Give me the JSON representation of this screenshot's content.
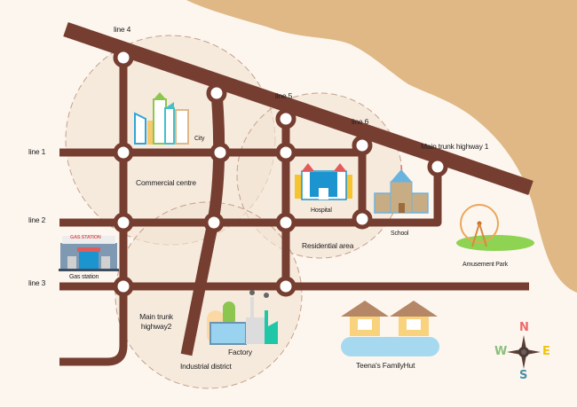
{
  "map": {
    "lines": {
      "line1": "line 1",
      "line2": "line 2",
      "line3": "line 3",
      "line4": "line 4",
      "line5": "line 5",
      "line6": "line 6",
      "highway1": "Main trunk highway 1",
      "highway2_a": "Main trunk",
      "highway2_b": "highway2"
    },
    "places": {
      "city": "City",
      "commercial": "Commercial centre",
      "hospital": "Hospital",
      "school": "School",
      "residential": "Residential area",
      "amusement": "Amusement Park",
      "gas_station": "Gas station",
      "gas_sign": "GAS STATION",
      "factory": "Factory",
      "industrial": "Industrial district",
      "hut": "Teena's FamilyHut"
    },
    "compass": {
      "n": "N",
      "s": "S",
      "e": "E",
      "w": "W"
    },
    "colors": {
      "road": "#763e30",
      "sand": "#dfb886",
      "background": "#fdf6ef",
      "zone": "#f3e3d3",
      "north": "#ec6a6a",
      "south": "#4a90a8",
      "east": "#f4c20d",
      "west": "#8bbf7b"
    }
  }
}
